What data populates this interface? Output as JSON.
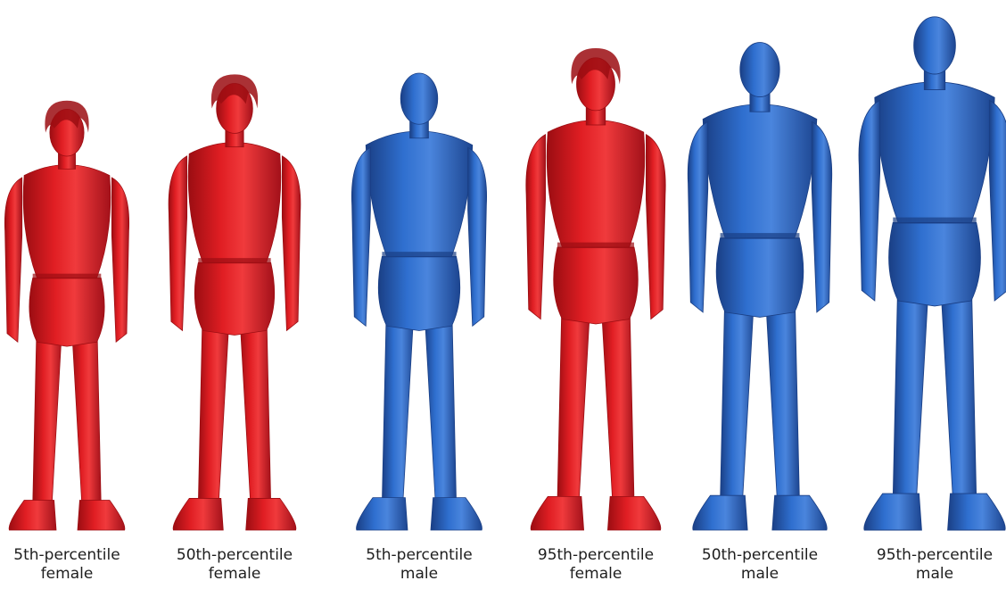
{
  "manikins": [
    {
      "label_line1": "5th-percentile",
      "label_line2": "female",
      "sex": "female",
      "relative_height": 0.82
    },
    {
      "label_line1": "50th-percentile",
      "label_line2": "female",
      "sex": "female",
      "relative_height": 0.87
    },
    {
      "label_line1": "5th-percentile",
      "label_line2": "male",
      "sex": "male",
      "relative_height": 0.89
    },
    {
      "label_line1": "95th-percentile",
      "label_line2": "female",
      "sex": "female",
      "relative_height": 0.92
    },
    {
      "label_line1": "50th-percentile",
      "label_line2": "male",
      "sex": "male",
      "relative_height": 0.95
    },
    {
      "label_line1": "95th-percentile",
      "label_line2": "male",
      "sex": "male",
      "relative_height": 1.0
    }
  ],
  "colors": {
    "female": "#e01e23",
    "female_shade": "#9b0d12",
    "male": "#2f6fcf",
    "male_shade": "#1a3f85",
    "label_text": "#1e1e1e"
  },
  "icons": {
    "female": "female-manikin-icon",
    "male": "male-manikin-icon"
  }
}
